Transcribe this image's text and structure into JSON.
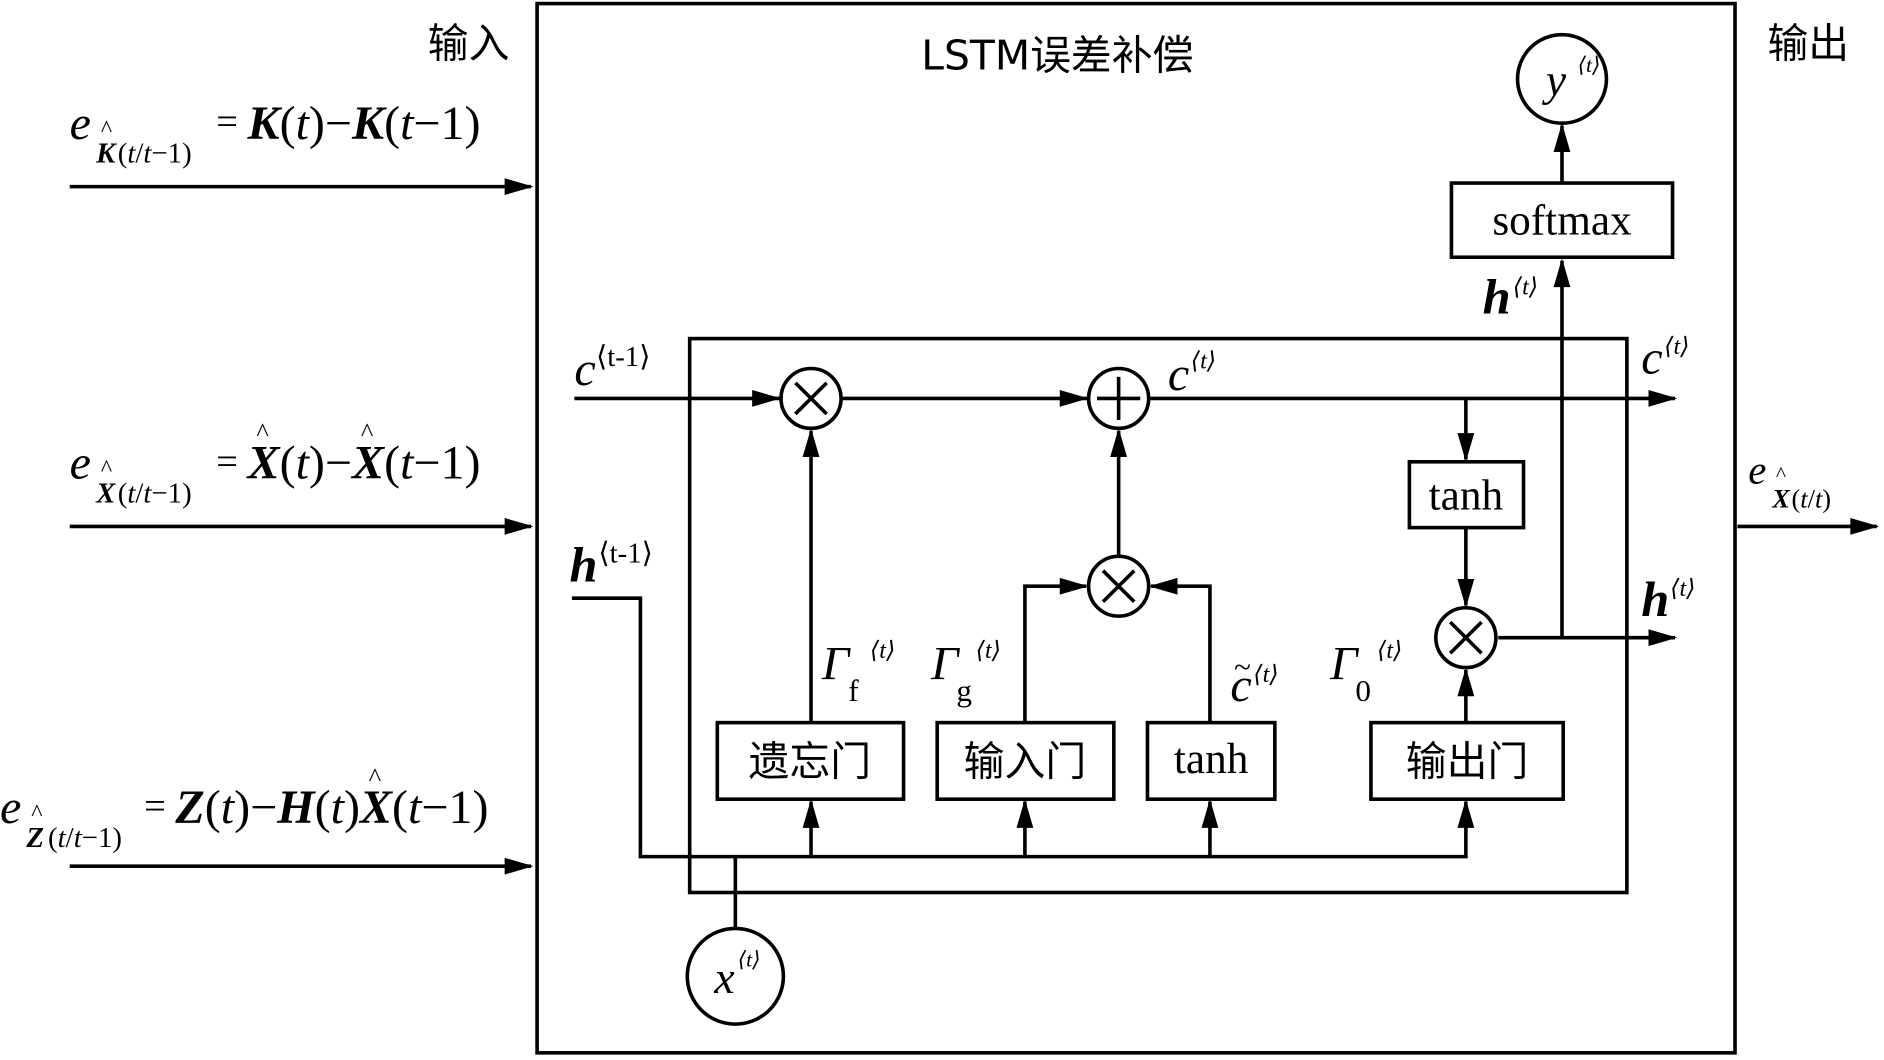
{
  "title": "LSTM误差补偿",
  "io_labels": {
    "input": "输入",
    "output": "输出"
  },
  "inputs": [
    {
      "e": "e",
      "sub_hat": "K",
      "sub_rest": "(t/t−1)",
      "eq": "=",
      "rhs": [
        {
          "t": "K",
          "s": "bi"
        },
        {
          "t": "(",
          "s": ""
        },
        {
          "t": "t",
          "s": "it"
        },
        {
          "t": ")−",
          "s": ""
        },
        {
          "t": "K",
          "s": "bi"
        },
        {
          "t": "(",
          "s": ""
        },
        {
          "t": "t",
          "s": "it"
        },
        {
          "t": "−1)",
          "s": ""
        }
      ]
    },
    {
      "e": "e",
      "sub_hat": "X",
      "sub_rest": "(t/t−1)",
      "eq": "=",
      "rhs": [
        {
          "t": "X",
          "s": "bi",
          "hat": true
        },
        {
          "t": "(",
          "s": ""
        },
        {
          "t": "t",
          "s": "it"
        },
        {
          "t": ")−",
          "s": ""
        },
        {
          "t": "X",
          "s": "bi",
          "hat": true
        },
        {
          "t": "(",
          "s": ""
        },
        {
          "t": "t",
          "s": "it"
        },
        {
          "t": "−1)",
          "s": ""
        }
      ]
    },
    {
      "e": "e",
      "sub_hat": "Z",
      "sub_rest": "(t/t−1)",
      "eq": "=",
      "rhs": [
        {
          "t": "Z",
          "s": "bi"
        },
        {
          "t": "(",
          "s": ""
        },
        {
          "t": "t",
          "s": "it"
        },
        {
          "t": ")−",
          "s": ""
        },
        {
          "t": "H",
          "s": "bi"
        },
        {
          "t": "(",
          "s": ""
        },
        {
          "t": "t",
          "s": "it"
        },
        {
          "t": ")",
          "s": ""
        },
        {
          "t": "X",
          "s": "bi",
          "hat": true
        },
        {
          "t": "(",
          "s": ""
        },
        {
          "t": "t",
          "s": "it"
        },
        {
          "t": "−1)",
          "s": ""
        }
      ]
    }
  ],
  "output": {
    "e": "e",
    "sub_hat": "X",
    "sub_rest": "(t/t)"
  },
  "gates": {
    "forget": "遗忘门",
    "input": "输入门",
    "candidate": "tanh",
    "output": "输出门"
  },
  "activations": {
    "cell_tanh": "tanh",
    "softmax": "softmax"
  },
  "signals": {
    "c_prev": {
      "base": "c",
      "sup": "⟨t-1⟩"
    },
    "h_prev": {
      "base": "h",
      "sup": "⟨t-1⟩"
    },
    "c_t_mid": {
      "base": "c",
      "sup": "⟨t⟩"
    },
    "c_t_out": {
      "base": "c",
      "sup": "⟨t⟩"
    },
    "h_t_out": {
      "base": "h",
      "sup": "⟨t⟩"
    },
    "h_t_up": {
      "base": "h",
      "sup": "⟨t⟩"
    },
    "gamma_f": {
      "base": "Γ",
      "sub": "f",
      "sup": "⟨t⟩"
    },
    "gamma_g": {
      "base": "Γ",
      "sub": "g",
      "sup": "⟨t⟩"
    },
    "gamma_o": {
      "base": "Γ",
      "sub": "0",
      "sup": "⟨t⟩"
    },
    "c_tilde": {
      "base": "c",
      "tilde": "~",
      "sup": "⟨t⟩"
    },
    "x_t": {
      "base": "x",
      "sup": "⟨t⟩"
    },
    "y_t": {
      "base": "y",
      "sup": "⟨t⟩"
    }
  },
  "operators": {
    "multiply": "⊗",
    "add": "⊕"
  }
}
